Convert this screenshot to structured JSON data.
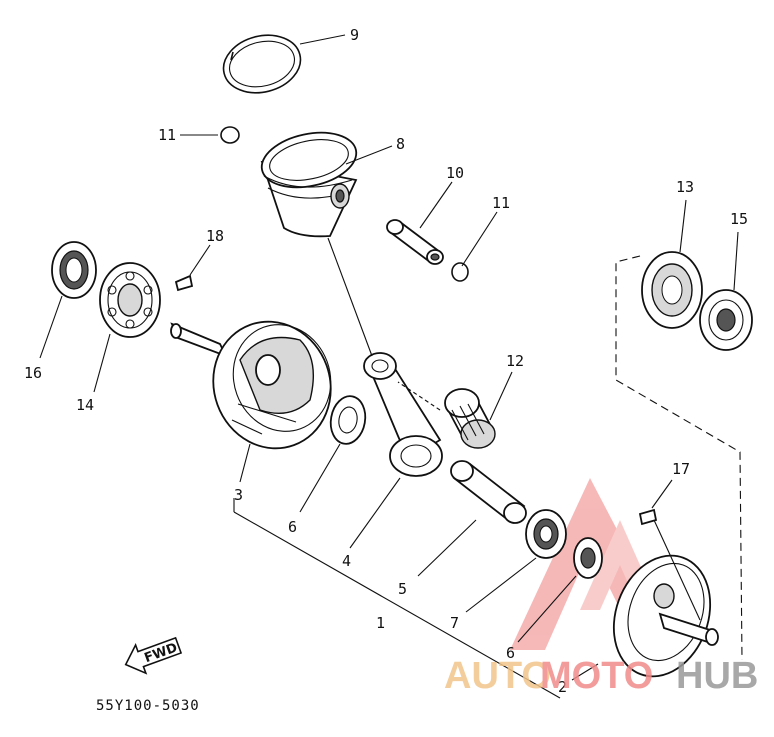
{
  "callouts": {
    "c1": "1",
    "c2": "2",
    "c3": "3",
    "c4": "4",
    "c5": "5",
    "c6a": "6",
    "c6b": "6",
    "c7": "7",
    "c8": "8",
    "c9": "9",
    "c10": "10",
    "c11a": "11",
    "c11b": "11",
    "c12": "12",
    "c13": "13",
    "c14": "14",
    "c15": "15",
    "c16": "16",
    "c17": "17",
    "c18": "18"
  },
  "part_code": "55Y100-5030",
  "fwd_label": "FWD",
  "watermark": {
    "auto": "AUTO",
    "moto": "MOTO",
    "hub": "HUB"
  }
}
